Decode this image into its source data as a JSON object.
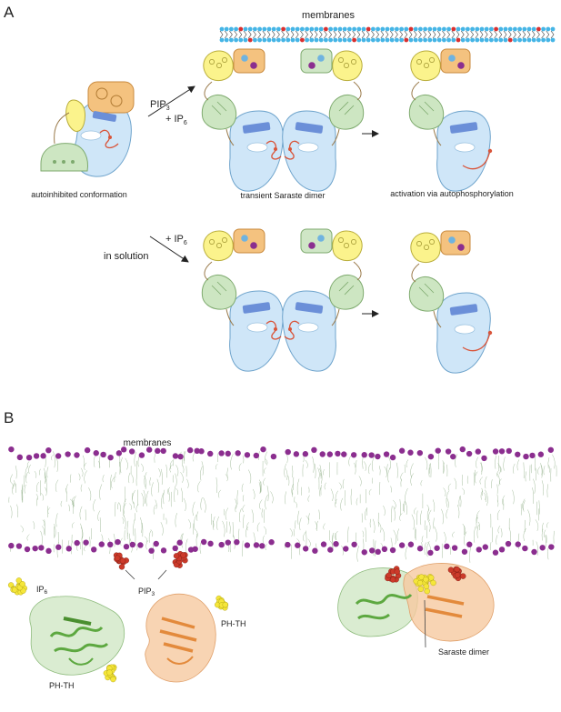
{
  "panel_a": {
    "label": "A",
    "membrane_label": "membranes",
    "caption_autoinhibited": "autoinhibited conformation",
    "caption_dimer": "transient Saraste dimer",
    "caption_activation": "activation via autophosphorylation",
    "arrow_top_label_1": "PIP",
    "arrow_top_label_1_sub": "3",
    "arrow_top_label_2": "+ IP",
    "arrow_top_label_2_sub": "6",
    "arrow_bottom_label_1": "+ IP",
    "arrow_bottom_label_1_sub": "6",
    "arrow_bottom_label_2": "in solution"
  },
  "panel_b": {
    "label": "B",
    "membrane_label": "membranes",
    "label_ip6": "IP",
    "label_ip6_sub": "6",
    "label_pip3": "PIP",
    "label_pip3_sub": "3",
    "label_phth_green": "PH-TH",
    "label_phth_orange": "PH-TH",
    "label_saraste": "Saraste dimer"
  },
  "colors": {
    "kinase": "#cfe6f8",
    "kinase_stroke": "#6fa4cc",
    "ph": "#f4c27f",
    "ph_stroke": "#c98a3e",
    "th": "#fbf38c",
    "th_stroke": "#b9ad3a",
    "sh3": "#cde6c2",
    "sh3_stroke": "#7eaa6e",
    "phospho": "#d9553a",
    "membrane_head": "#45b5e6",
    "pip_head": "#d83030",
    "lipid_purple": "#8b2e8f",
    "protein_green": "#5da840",
    "protein_orange": "#e38a3c",
    "ip6_yellow": "#f5e63a"
  }
}
